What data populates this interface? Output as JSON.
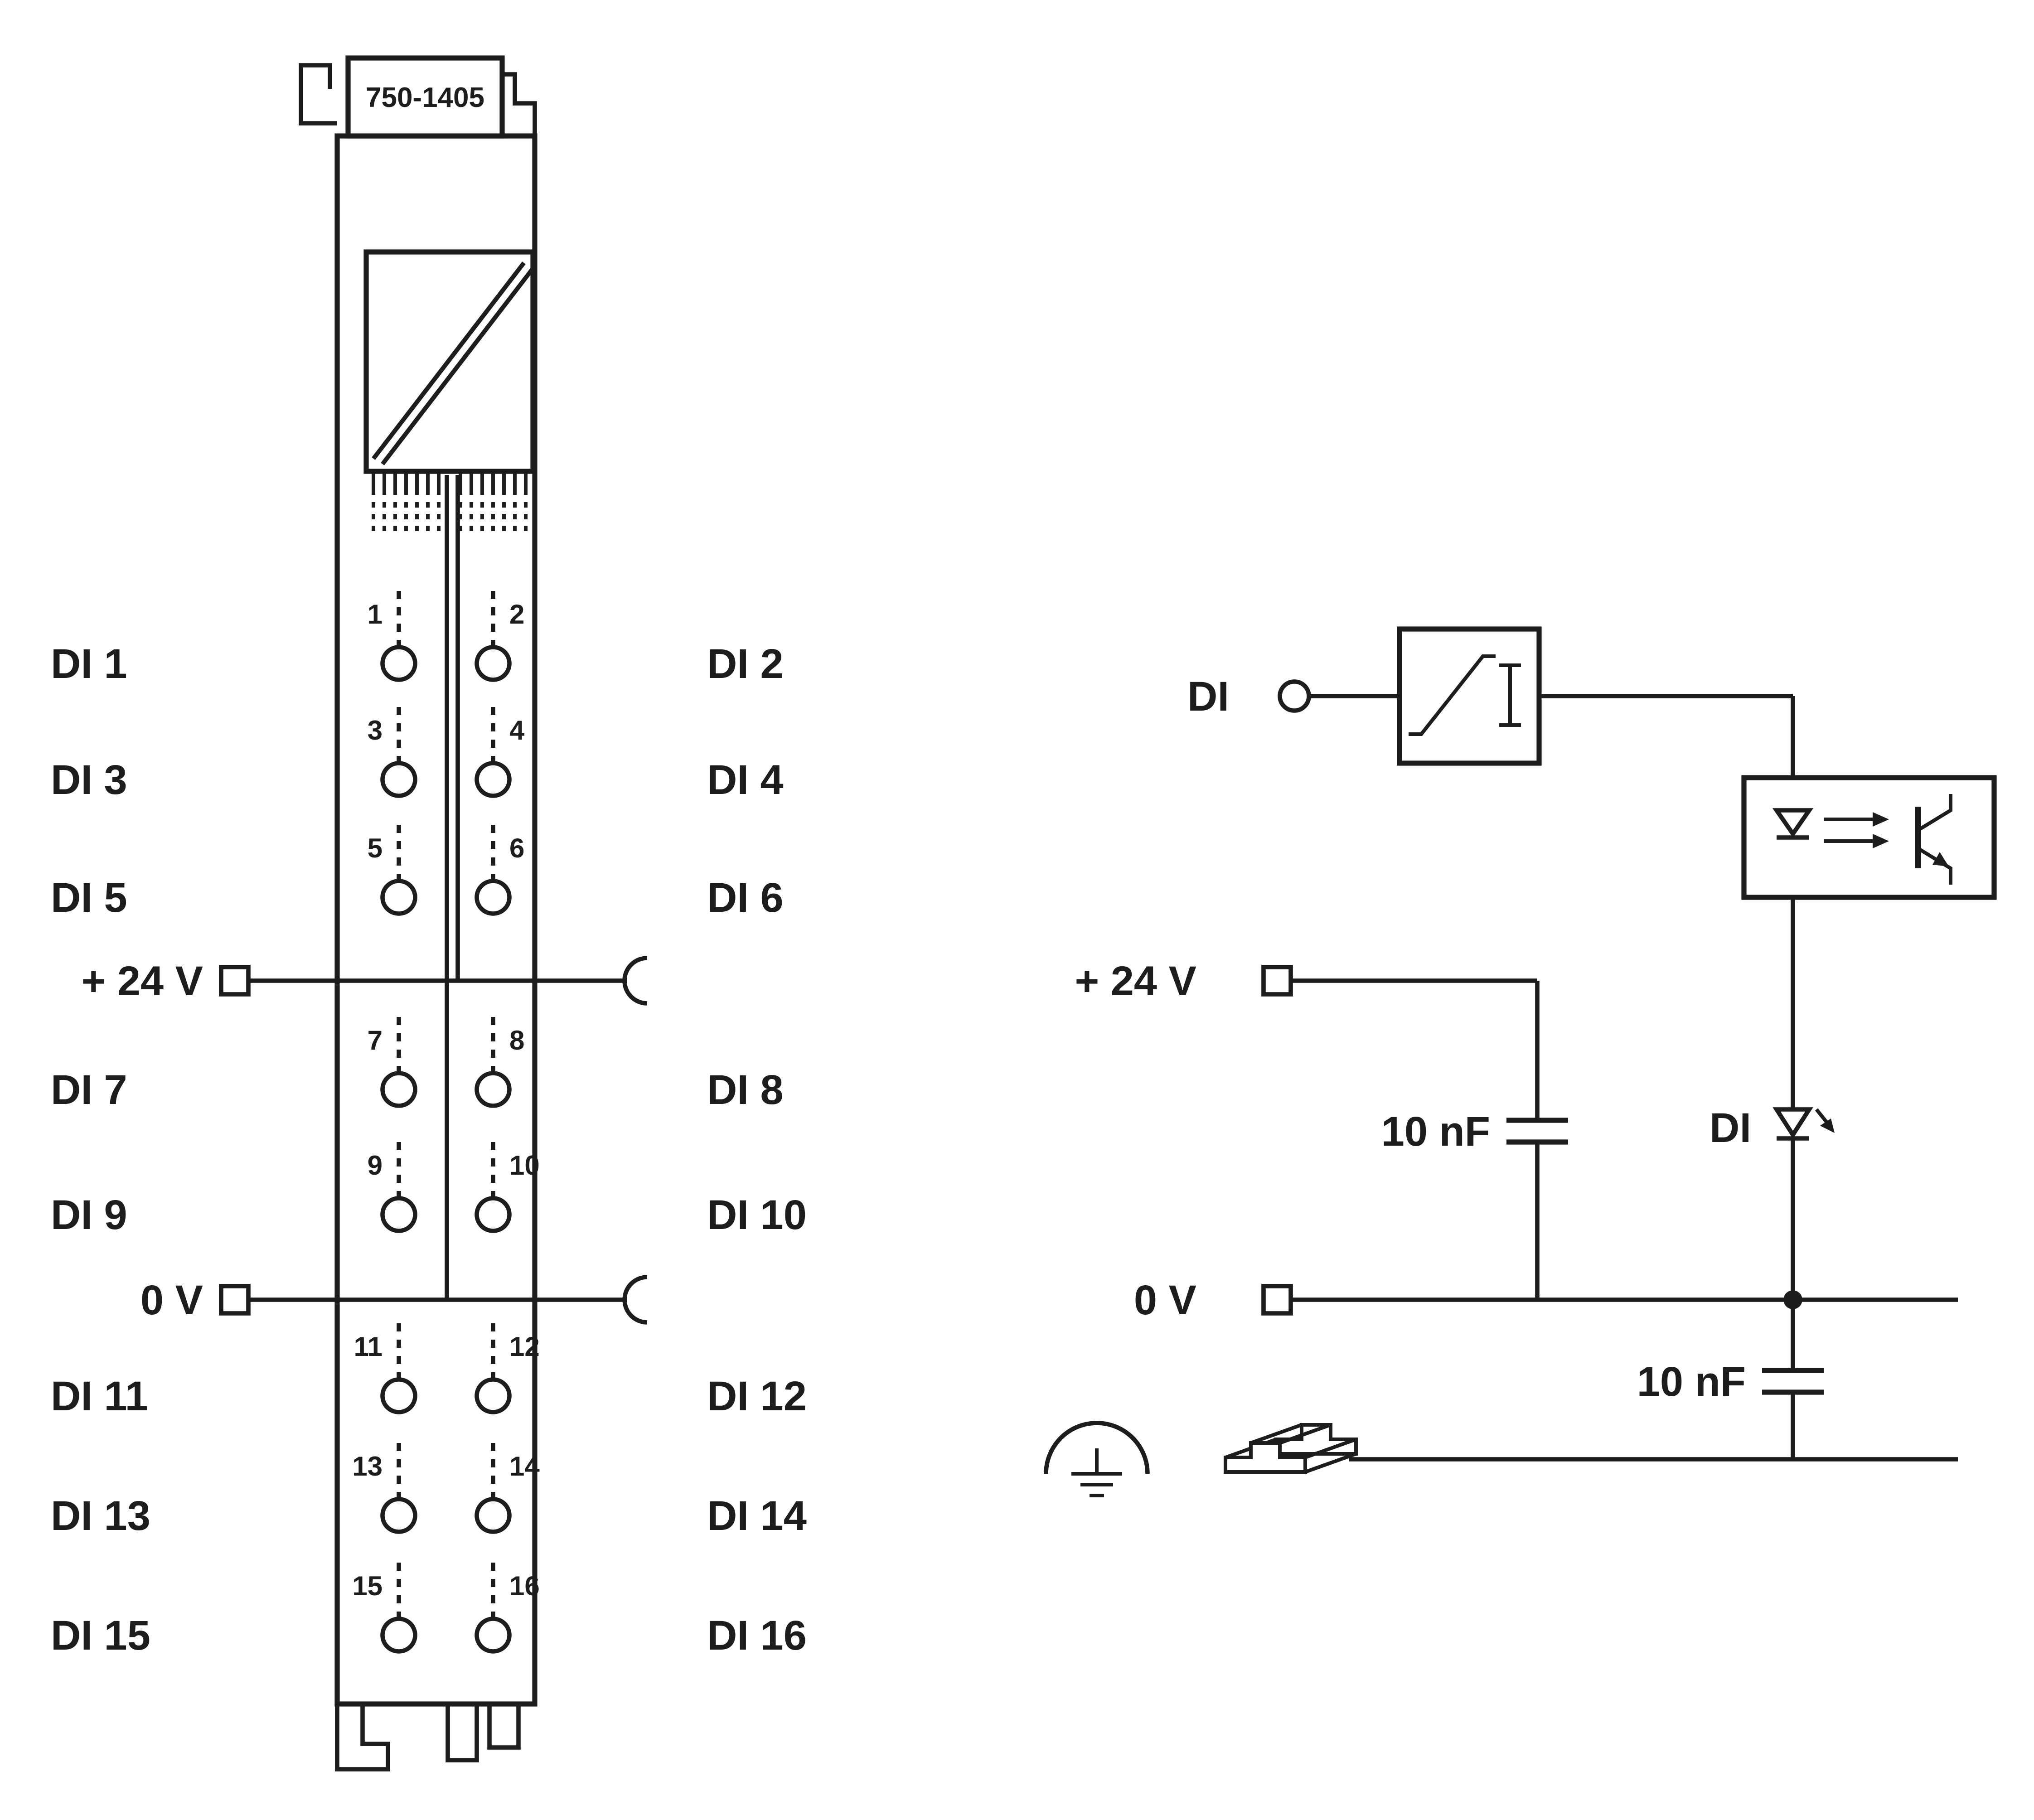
{
  "module": {
    "part_number": "750-1405",
    "v24_label": "+ 24 V",
    "v0_label": "0 V",
    "rows": [
      {
        "left": "DI 1",
        "right": "DI 2",
        "lpin": "1",
        "rpin": "2"
      },
      {
        "left": "DI 3",
        "right": "DI 4",
        "lpin": "3",
        "rpin": "4"
      },
      {
        "left": "DI 5",
        "right": "DI 6",
        "lpin": "5",
        "rpin": "6"
      },
      {
        "left": "DI 7",
        "right": "DI 8",
        "lpin": "7",
        "rpin": "8"
      },
      {
        "left": "DI 9",
        "right": "DI 10",
        "lpin": "9",
        "rpin": "10"
      },
      {
        "left": "DI 11",
        "right": "DI 12",
        "lpin": "11",
        "rpin": "12"
      },
      {
        "left": "DI 13",
        "right": "DI 14",
        "lpin": "13",
        "rpin": "14"
      },
      {
        "left": "DI 15",
        "right": "DI 16",
        "lpin": "15",
        "rpin": "16"
      }
    ]
  },
  "schematic": {
    "input_label": "DI",
    "v24_label": "+ 24 V",
    "v0_label": "0 V",
    "cap1_label": "10 nF",
    "cap2_label": "10 nF",
    "led_label": "DI"
  },
  "colors": {
    "line": "#1d1d1b",
    "background": "#ffffff"
  }
}
